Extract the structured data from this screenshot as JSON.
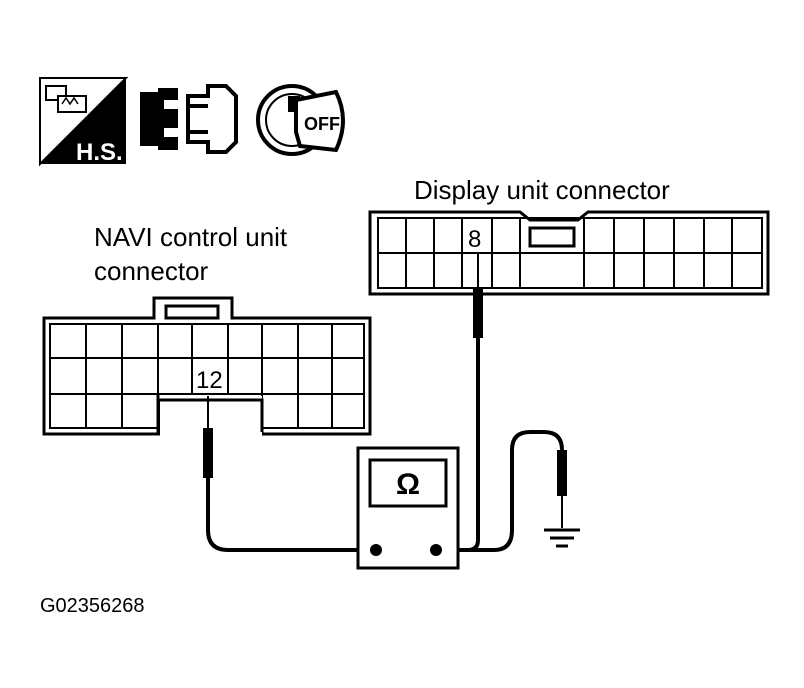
{
  "icons": {
    "harness_label": "H.S.",
    "ignition_label": "OFF"
  },
  "display_connector": {
    "title": "Display unit connector",
    "pin": "8"
  },
  "navi_connector": {
    "title_line1": "NAVI control unit",
    "title_line2": "connector",
    "pin": "12"
  },
  "meter": {
    "symbol": "Ω"
  },
  "figure_code": "G02356268"
}
